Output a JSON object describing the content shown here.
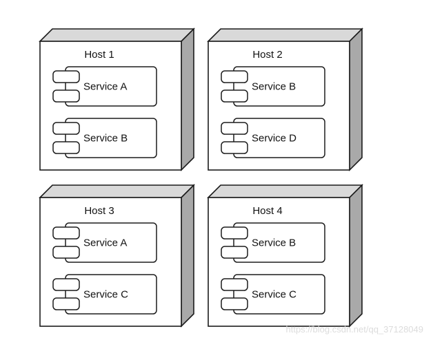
{
  "hosts": [
    {
      "name": "Host 1",
      "services": [
        "Service A",
        "Service B"
      ]
    },
    {
      "name": "Host 2",
      "services": [
        "Service B",
        "Service D"
      ]
    },
    {
      "name": "Host 3",
      "services": [
        "Service A",
        "Service C"
      ]
    },
    {
      "name": "Host 4",
      "services": [
        "Service B",
        "Service C"
      ]
    }
  ],
  "watermark": "https://blog.csdn.net/qq_37128049",
  "colors": {
    "outline": "#1b1b1b",
    "box_top": "#d9d9d9",
    "box_side": "#a9a9a9",
    "face": "#ffffff",
    "watermark": "#dcdcdc"
  }
}
